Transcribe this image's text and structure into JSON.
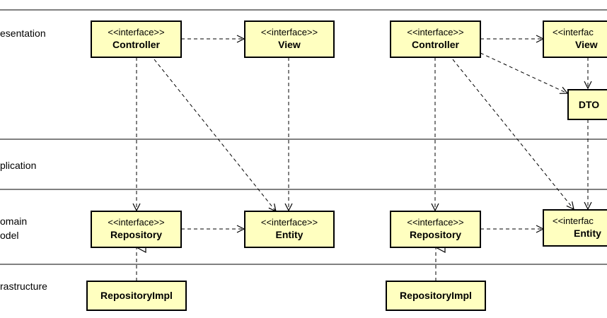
{
  "layers": [
    {
      "label": "esentation"
    },
    {
      "label": "plication"
    },
    {
      "label": "omain\nodel"
    },
    {
      "label": "rastructure"
    }
  ],
  "stereotype": "<<interface>>",
  "stereotype_cut": "<<interfac",
  "boxes": {
    "controller_1": "Controller",
    "view_1": "View",
    "repository_1": "Repository",
    "entity_1": "Entity",
    "repositoryimpl_1": "RepositoryImpl",
    "controller_2": "Controller",
    "view_2": "View",
    "dto_2": "DTO",
    "repository_2": "Repository",
    "entity_2": "Entity",
    "repositoryimpl_2": "RepositoryImpl"
  },
  "colors": {
    "box_fill": "#ffffc0",
    "line": "#000000"
  }
}
